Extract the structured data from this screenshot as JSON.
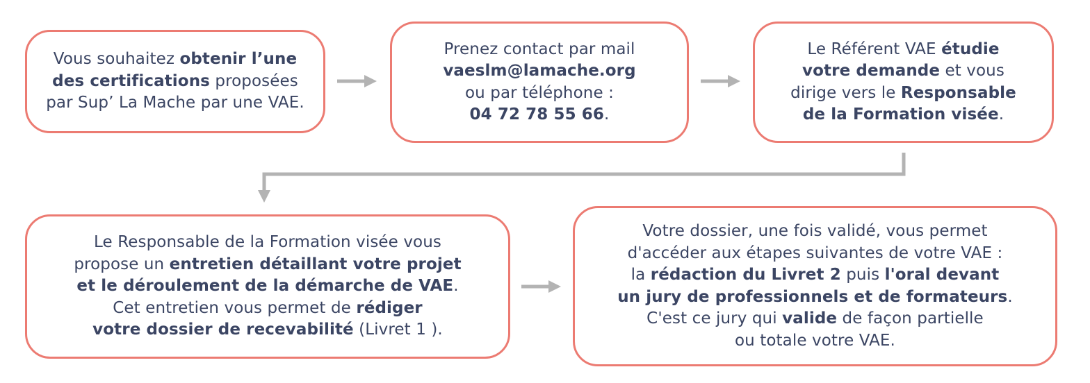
{
  "steps": {
    "step1": {
      "line1": {
        "a": "Vous souhaitez ",
        "b": "obtenir l’une"
      },
      "line2": {
        "a": "des certifications",
        "b": " proposées"
      },
      "line3": "par Sup’ La Mache par une VAE."
    },
    "step2": {
      "line1": "Prenez contact par mail",
      "email": "vaeslm@lamache.org",
      "line3": "ou par téléphone :",
      "phone": "04 72 78 55 66",
      "phone_end": "."
    },
    "step3": {
      "line1": {
        "a": "Le Référent VAE ",
        "b": "étudie"
      },
      "line2": {
        "a": "votre demande",
        "b": " et vous"
      },
      "line3": {
        "a": "dirige vers le ",
        "b": "Responsable"
      },
      "line4": {
        "a": "de la Formation visée",
        "b": "."
      }
    },
    "step4": {
      "line1": "Le Responsable de la Formation visée vous",
      "line2": {
        "a": "propose un ",
        "b": "entretien détaillant votre projet"
      },
      "line3": {
        "a": "et le déroulement de la démarche de VAE",
        "b": "."
      },
      "line4": {
        "a": "Cet entretien vous permet de ",
        "b": "rédiger"
      },
      "line5": {
        "a": "votre dossier de recevabilité",
        "b": " (Livret 1 )."
      }
    },
    "step5": {
      "line1": "Votre dossier, une fois validé, vous permet",
      "line2": "d'accéder aux étapes suivantes de votre VAE :",
      "line3": {
        "a": "la ",
        "b": "rédaction du Livret 2",
        "c": " puis ",
        "d": "l'oral devant"
      },
      "line4": {
        "a": "un jury de professionnels et de formateurs",
        "b": "."
      },
      "line5": {
        "a": "C'est ce jury qui ",
        "b": "valide",
        "c": " de façon partielle"
      },
      "line6": "ou totale votre VAE."
    }
  },
  "colors": {
    "box_border": "#ec7b72",
    "text": "#3b4563",
    "arrow": "#b3b3b3"
  }
}
